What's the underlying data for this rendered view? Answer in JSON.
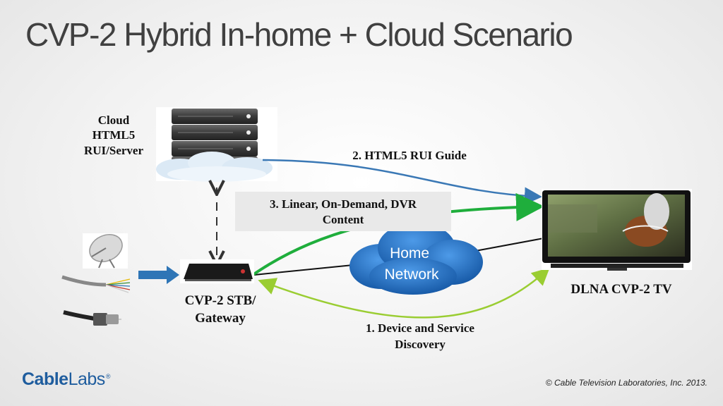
{
  "slide": {
    "title": "CVP-2 Hybrid In-home + Cloud Scenario",
    "cloud_label_lines": [
      "Cloud",
      "HTML5",
      "RUI/Server"
    ],
    "guide_label": "2. HTML5 RUI Guide",
    "linear_label_lines": [
      "3. Linear, On-Demand, DVR",
      "Content"
    ],
    "home_network_lines": [
      "Home",
      "Network"
    ],
    "stb_label_lines": [
      "CVP-2 STB/",
      "Gateway"
    ],
    "tv_label": "DLNA CVP-2 TV",
    "discovery_label_lines": [
      "1. Device and Service",
      "Discovery"
    ],
    "copyright": "© Cable Television Laboratories, Inc. 2013.",
    "logo": {
      "bold": "Cable",
      "light": "Labs",
      "mark": "®"
    }
  },
  "colors": {
    "guide_arrow": "#3a78b5",
    "content_arrow": "#1fae3c",
    "discovery_arrow": "#9acd32",
    "network_cloud": "#1f6fc2",
    "logo": "#1f5d9e"
  },
  "icons": [
    "server-rack-icon",
    "cloud-icon",
    "satellite-dish-icon",
    "fiber-optic-cable-icon",
    "coax-connector-icon",
    "set-top-box-icon",
    "television-icon"
  ]
}
